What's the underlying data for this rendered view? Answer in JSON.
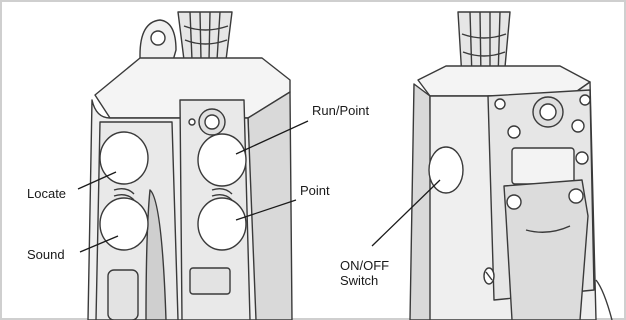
{
  "labels": {
    "locate": "Locate",
    "sound": "Sound",
    "run_point": "Run/Point",
    "point": "Point",
    "on_off_line1": "ON/OFF",
    "on_off_line2": "Switch"
  },
  "colors": {
    "outline": "#3a3a3a",
    "body_light": "#f2f2f2",
    "body_shade": "#dcdcdc",
    "button": "#ffffff",
    "border": "#cfcfcf"
  }
}
